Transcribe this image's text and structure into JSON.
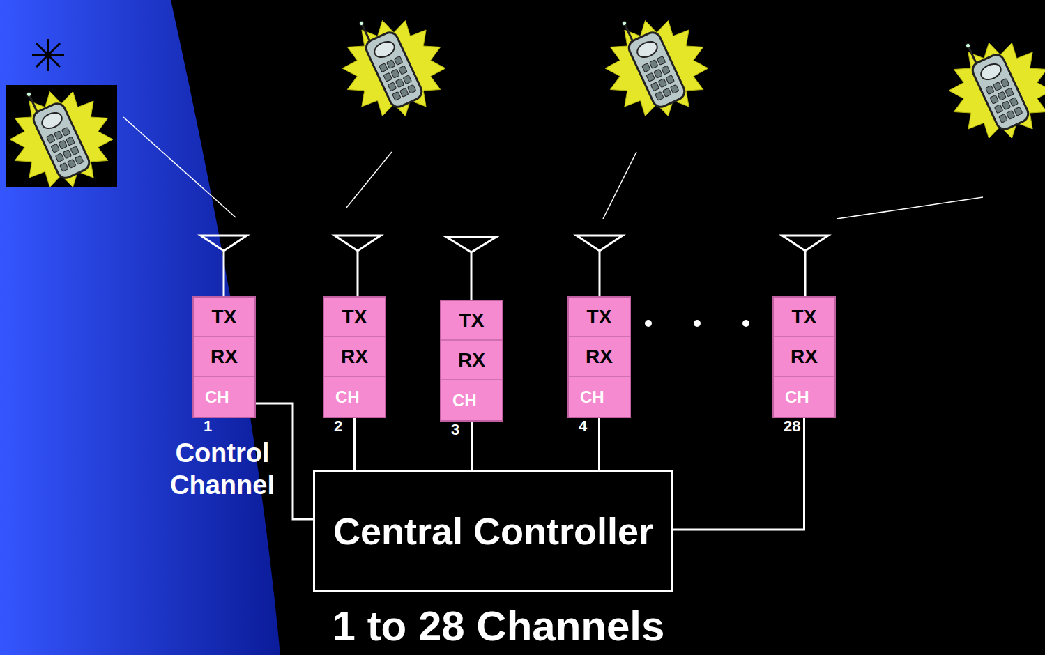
{
  "diagram": {
    "caption": "1 to 28 Channels",
    "nodes": [
      {
        "text": [
          "TX",
          "RX",
          "CH",
          "1"
        ]
      },
      {
        "text": [
          "TX",
          "RX",
          "CH",
          "2"
        ]
      },
      {
        "text": [
          "TX",
          "RX",
          "CH",
          "3"
        ]
      },
      {
        "text": [
          "TX",
          "RX",
          "CH",
          "4"
        ]
      },
      {
        "text": [
          "TX",
          "RX",
          "CH",
          "28"
        ]
      },
      {
        "text": [
          "Central Controller"
        ]
      }
    ],
    "edges": [
      {
        "from": 0,
        "to": 5,
        "arrow": "none"
      },
      {
        "from": 1,
        "to": 5,
        "arrow": "none"
      },
      {
        "from": 2,
        "to": 5,
        "arrow": "none"
      },
      {
        "from": 3,
        "to": 5,
        "arrow": "none"
      },
      {
        "from": 4,
        "to": 5,
        "arrow": "none"
      }
    ],
    "labels": [
      "Control Channel"
    ]
  }
}
